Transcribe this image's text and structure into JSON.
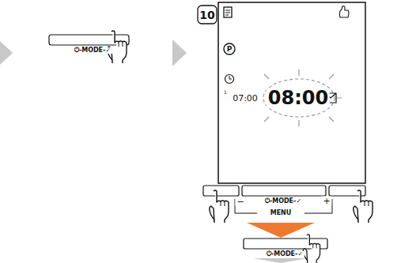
{
  "diagram": {
    "labels": [
      "⏻-MODE-✓",
      "10",
      "P",
      "1",
      "07:00",
      "08:00",
      "−",
      "⏻-MODE-✓",
      "+",
      "MENU",
      "⏻-MODE-✓"
    ]
  }
}
